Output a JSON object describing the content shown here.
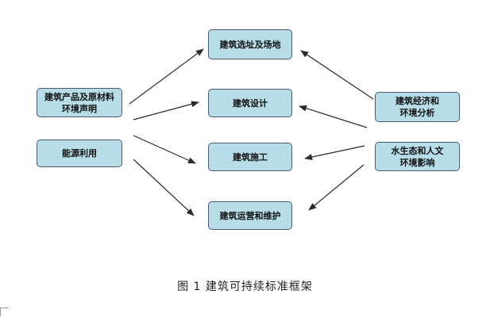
{
  "diagram": {
    "nodes": {
      "site": "建筑选址及场地",
      "design": "建筑设计",
      "construction": "建筑施工",
      "operation": "建筑运营和维护",
      "products": "建筑产品及原材料\n环境声明",
      "energy": "能源利用",
      "economy": "建筑经济和\n环境分析",
      "ecology": "水生态和人文\n环境影响"
    },
    "edges": [
      {
        "from": "products",
        "to": "site"
      },
      {
        "from": "products",
        "to": "design"
      },
      {
        "from": "energy",
        "to": "construction"
      },
      {
        "from": "energy",
        "to": "operation"
      },
      {
        "from": "economy",
        "to": "site"
      },
      {
        "from": "economy",
        "to": "design"
      },
      {
        "from": "ecology",
        "to": "construction"
      },
      {
        "from": "ecology",
        "to": "operation"
      }
    ],
    "colors": {
      "box_fill": "#b7dde8",
      "box_border": "#4a5a6a",
      "arrow": "#2b2b2b"
    }
  },
  "caption": "图 1 建筑可持续标准框架"
}
